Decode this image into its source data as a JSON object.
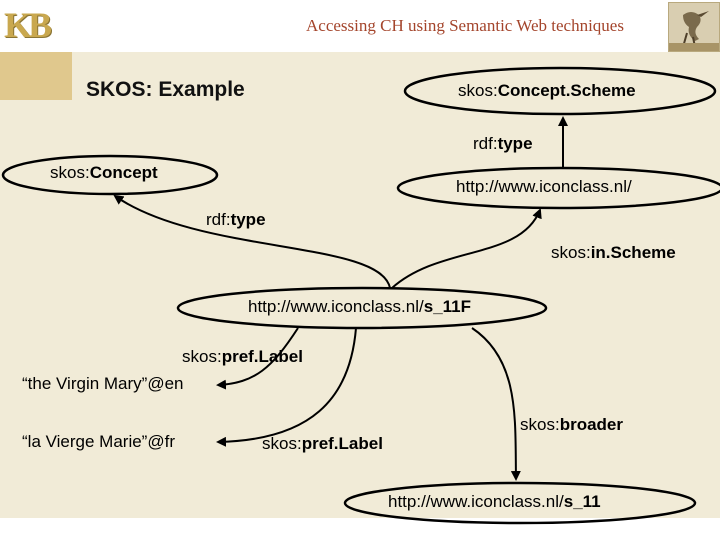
{
  "header": {
    "title": "Accessing CH using Semantic Web techniques",
    "logo_text": "KB"
  },
  "slide": {
    "title": "SKOS: Example"
  },
  "nodes": {
    "concept_scheme": {
      "prefix": "skos:",
      "name": "Concept.Scheme"
    },
    "concept": {
      "prefix": "skos:",
      "name": "Concept"
    },
    "iconclass_root": {
      "text": "http://www.iconclass.nl/"
    },
    "s_11f": {
      "prefix": "http://www.iconclass.nl/",
      "name": "s_11F"
    },
    "s_11": {
      "prefix": "http://www.iconclass.nl/",
      "name": "s_11"
    },
    "literal_en": {
      "text": "“the Virgin Mary”@en"
    },
    "literal_fr": {
      "text": "“la Vierge Marie”@fr"
    }
  },
  "edges": {
    "rdf_type_scheme": {
      "prefix": "rdf:",
      "name": "type"
    },
    "rdf_type_concept": {
      "prefix": "rdf:",
      "name": "type"
    },
    "in_scheme": {
      "prefix": "skos:",
      "name": "in.Scheme"
    },
    "pref_label_en": {
      "prefix": "skos:",
      "name": "pref.Label"
    },
    "pref_label_fr": {
      "prefix": "skos:",
      "name": "pref.Label"
    },
    "broader": {
      "prefix": "skos:",
      "name": "broader"
    }
  },
  "colors": {
    "background": "#f1ebd7",
    "accent": "#e0c88d",
    "header_title": "#a4452c",
    "outline": "#000000"
  }
}
